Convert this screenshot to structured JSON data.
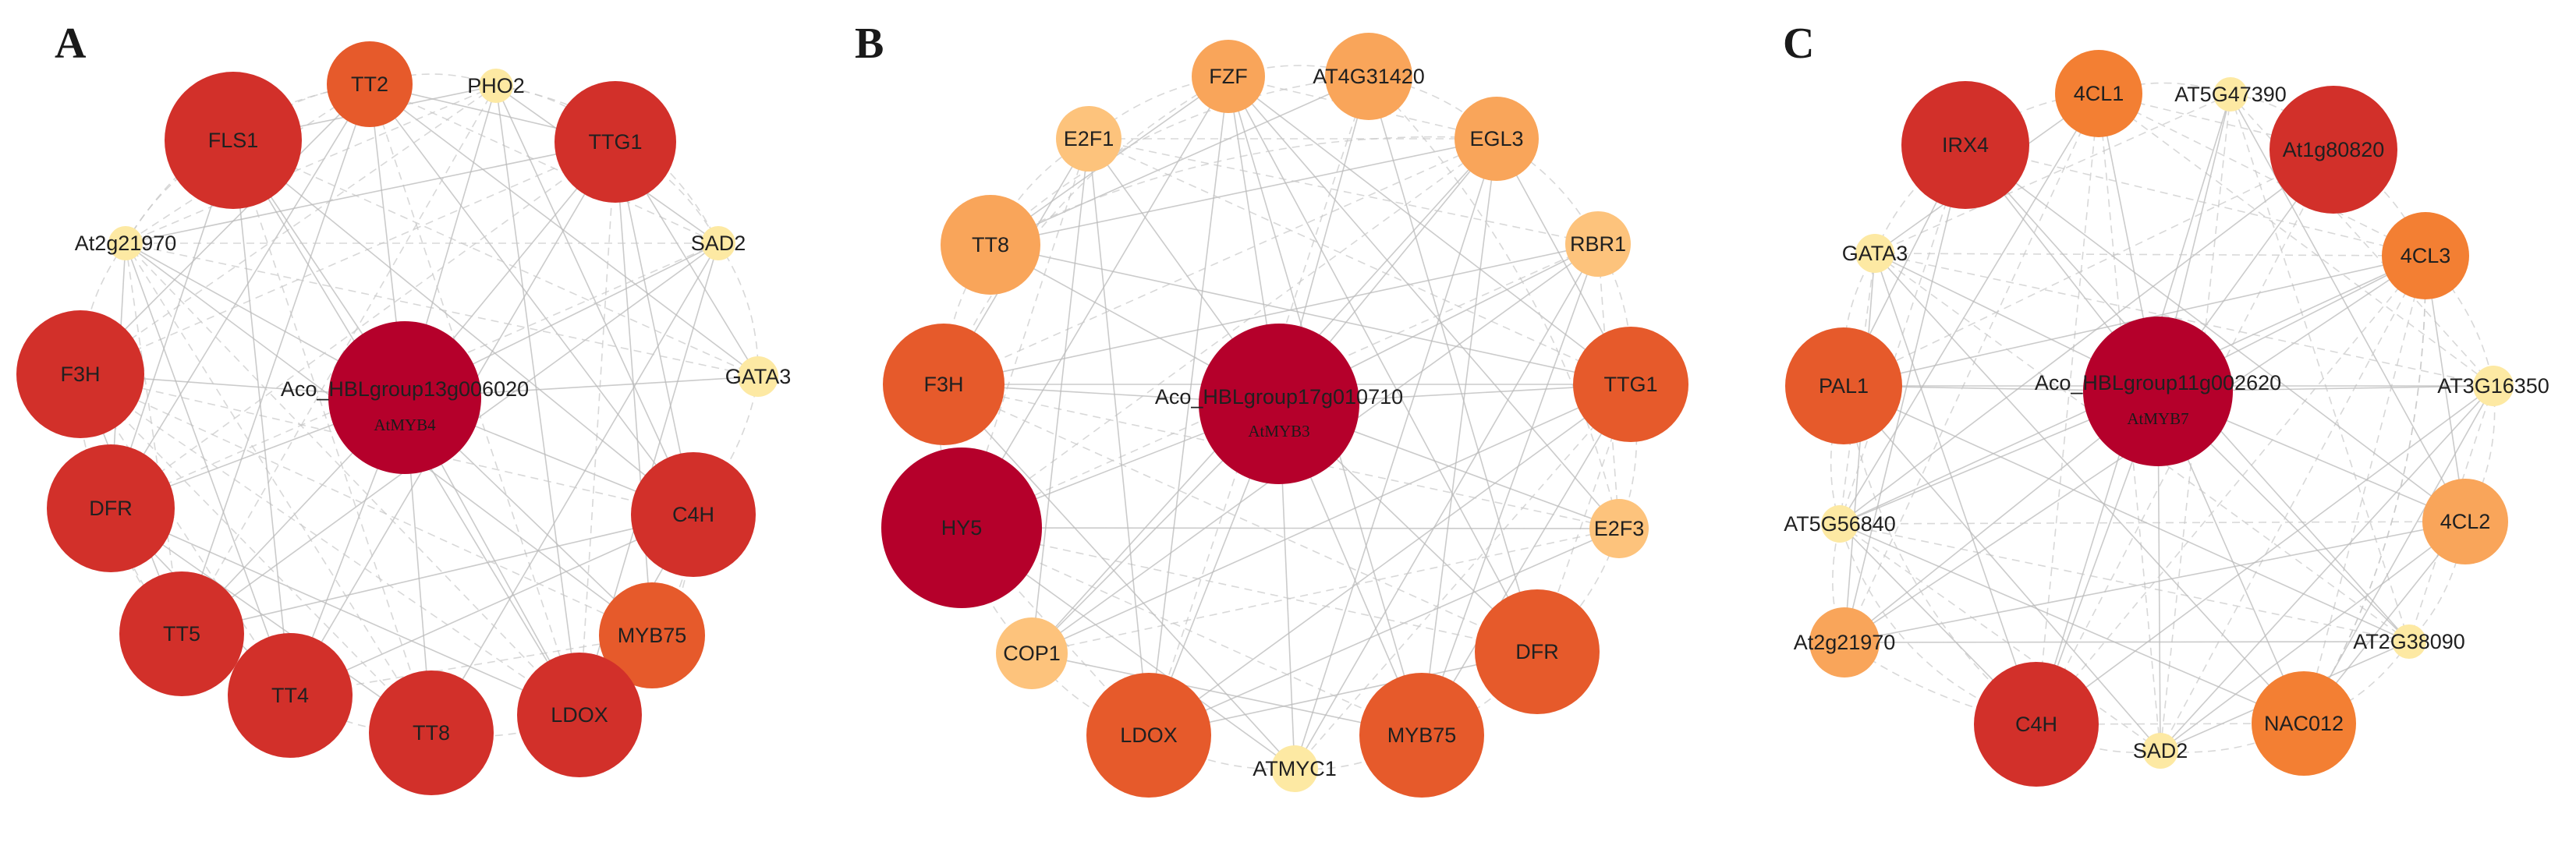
{
  "colors": {
    "hub": "#b5002b",
    "dark_red": "#d2302a",
    "red_orange": "#e65a2b",
    "orange": "#f37f33",
    "light_orange": "#f9a55a",
    "pale_orange": "#fdc37c",
    "pale_yellow": "#fde9a3",
    "edge": "#b9b9b9"
  },
  "panels": [
    {
      "label": "A",
      "hub": {
        "name": "Aco_HBLgroup13g006020",
        "sub": "AtMYB4"
      },
      "nodes": [
        {
          "name": "TT2",
          "color": "red_orange"
        },
        {
          "name": "PHO2",
          "color": "pale_yellow"
        },
        {
          "name": "TTG1",
          "color": "dark_red"
        },
        {
          "name": "SAD2",
          "color": "pale_yellow"
        },
        {
          "name": "GATA3",
          "color": "pale_yellow"
        },
        {
          "name": "C4H",
          "color": "dark_red"
        },
        {
          "name": "MYB75",
          "color": "red_orange"
        },
        {
          "name": "LDOX",
          "color": "dark_red"
        },
        {
          "name": "TT8",
          "color": "dark_red"
        },
        {
          "name": "TT4",
          "color": "dark_red"
        },
        {
          "name": "TT5",
          "color": "dark_red"
        },
        {
          "name": "DFR",
          "color": "dark_red"
        },
        {
          "name": "F3H",
          "color": "dark_red"
        },
        {
          "name": "At2g21970",
          "color": "pale_yellow"
        },
        {
          "name": "FLS1",
          "color": "dark_red"
        }
      ]
    },
    {
      "label": "B",
      "hub": {
        "name": "Aco_HBLgroup17g010710",
        "sub": "AtMYB3"
      },
      "nodes": [
        {
          "name": "FZF",
          "color": "light_orange"
        },
        {
          "name": "AT4G31420",
          "color": "light_orange"
        },
        {
          "name": "EGL3",
          "color": "light_orange"
        },
        {
          "name": "RBR1",
          "color": "pale_orange"
        },
        {
          "name": "TTG1",
          "color": "red_orange"
        },
        {
          "name": "E2F3",
          "color": "pale_orange"
        },
        {
          "name": "DFR",
          "color": "red_orange"
        },
        {
          "name": "MYB75",
          "color": "red_orange"
        },
        {
          "name": "ATMYC1",
          "color": "pale_yellow"
        },
        {
          "name": "LDOX",
          "color": "red_orange"
        },
        {
          "name": "COP1",
          "color": "pale_orange"
        },
        {
          "name": "HY5",
          "color": "hub"
        },
        {
          "name": "F3H",
          "color": "red_orange"
        },
        {
          "name": "TT8",
          "color": "light_orange"
        },
        {
          "name": "E2F1",
          "color": "pale_orange"
        }
      ]
    },
    {
      "label": "C",
      "hub": {
        "name": "Aco_HBLgroup11g002620",
        "sub": "AtMYB7"
      },
      "nodes": [
        {
          "name": "4CL1",
          "color": "orange"
        },
        {
          "name": "AT5G47390",
          "color": "pale_yellow"
        },
        {
          "name": "At1g80820",
          "color": "dark_red"
        },
        {
          "name": "4CL3",
          "color": "orange"
        },
        {
          "name": "AT3G16350",
          "color": "pale_yellow"
        },
        {
          "name": "4CL2",
          "color": "light_orange"
        },
        {
          "name": "AT2G38090",
          "color": "pale_yellow"
        },
        {
          "name": "NAC012",
          "color": "orange"
        },
        {
          "name": "SAD2",
          "color": "pale_yellow"
        },
        {
          "name": "C4H",
          "color": "dark_red"
        },
        {
          "name": "At2g21970",
          "color": "light_orange"
        },
        {
          "name": "AT5G56840",
          "color": "pale_yellow"
        },
        {
          "name": "PAL1",
          "color": "red_orange"
        },
        {
          "name": "GATA3",
          "color": "pale_yellow"
        },
        {
          "name": "IRX4",
          "color": "dark_red"
        }
      ]
    }
  ]
}
